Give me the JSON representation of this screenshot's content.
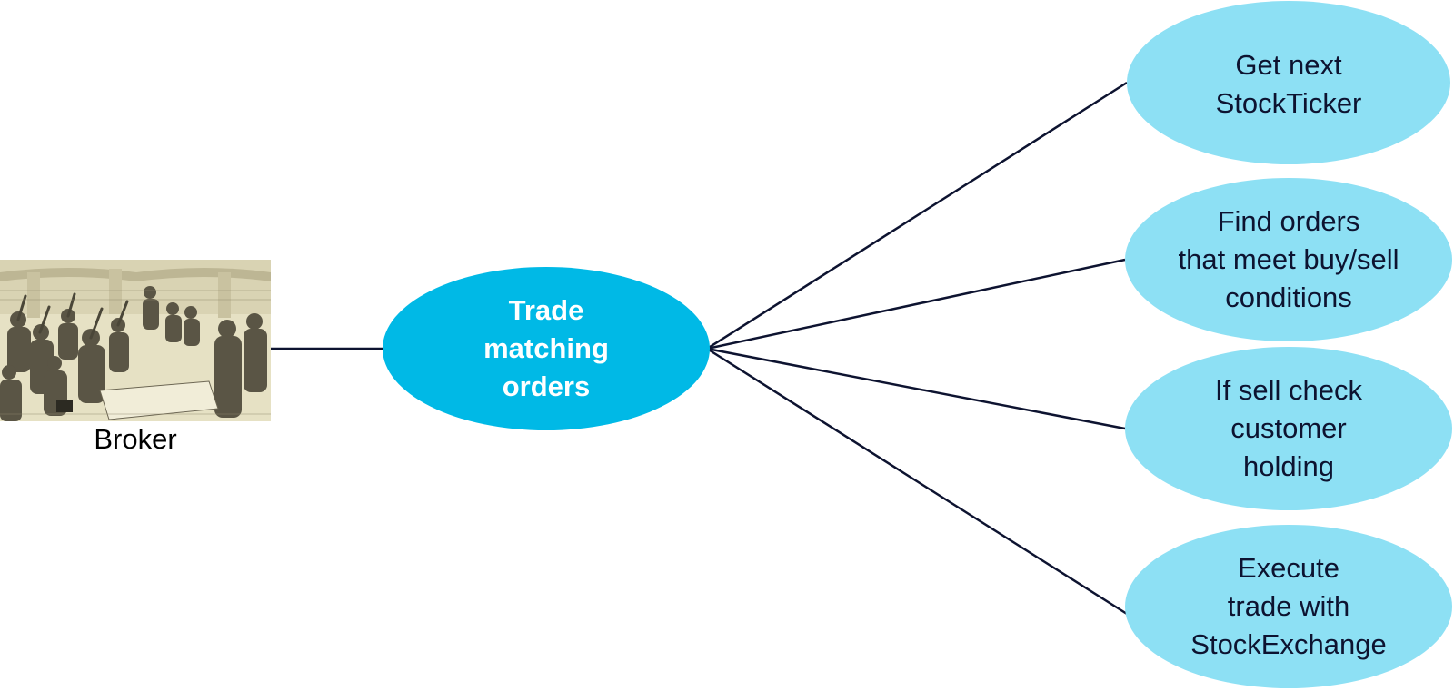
{
  "diagram": {
    "actor": {
      "label": "Broker",
      "image_description_icon": "engraving-crowd-trading-floor"
    },
    "use_case": {
      "label": "Trade\nmatching\norders"
    },
    "steps": [
      {
        "label": "Get next\nStockTicker"
      },
      {
        "label": "Find orders\nthat meet buy/sell\nconditions"
      },
      {
        "label": "If sell check\ncustomer\nholding"
      },
      {
        "label": "Execute\ntrade with\nStockExchange"
      }
    ]
  },
  "colors": {
    "center_ellipse": "#00b9e6",
    "step_ellipse": "#8de0f4",
    "connector": "#0d1330",
    "step_text": "#0d1330",
    "center_text": "#ffffff"
  }
}
